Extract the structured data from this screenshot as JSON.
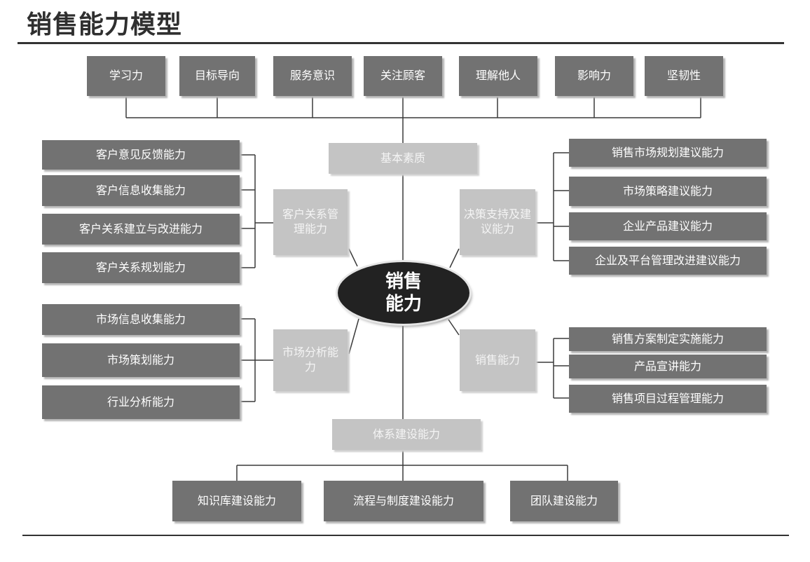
{
  "title": "销售能力模型",
  "center": "销售能力",
  "top_items": [
    "学习力",
    "目标导向",
    "服务意识",
    "关注顾客",
    "理解他人",
    "影响力",
    "坚韧性"
  ],
  "categories": {
    "basic": "基本素质",
    "customer": "客户关系管理能力",
    "decision": "决策支持及建议能力",
    "market": "市场分析能力",
    "sales": "销售能力",
    "system": "体系建设能力"
  },
  "customer_items": [
    "客户意见反馈能力",
    "客户信息收集能力",
    "客户关系建立与改进能力",
    "客户关系规划能力"
  ],
  "market_items": [
    "市场信息收集能力",
    "市场策划能力",
    "行业分析能力"
  ],
  "decision_items": [
    "销售市场规划建议能力",
    "市场策略建议能力",
    "企业产品建议能力",
    "企业及平台管理改进建议能力"
  ],
  "sales_items": [
    "销售方案制定实施能力",
    "产品宣讲能力",
    "销售项目过程管理能力"
  ],
  "system_items": [
    "知识库建设能力",
    "流程与制度建设能力",
    "团队建设能力"
  ]
}
